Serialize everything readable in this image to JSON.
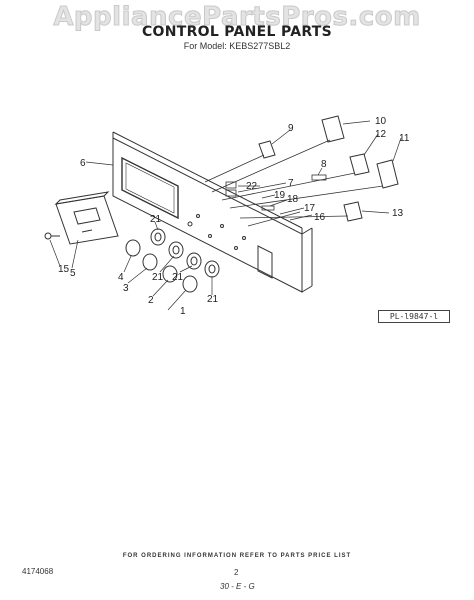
{
  "watermark": "AppliancePartsPros.com",
  "header": {
    "title": "CONTROL PANEL PARTS",
    "model_line": "For Model: KEBS277SBL2"
  },
  "callouts": [
    "1",
    "2",
    "3",
    "4",
    "5",
    "6",
    "7",
    "8",
    "9",
    "10",
    "11",
    "12",
    "13",
    "15",
    "16",
    "17",
    "18",
    "19",
    "21",
    "21",
    "21",
    "21",
    "22"
  ],
  "reference_code": "PL-l9847-l",
  "footer": {
    "ordering_info": "FOR ORDERING INFORMATION REFER TO PARTS PRICE LIST",
    "part_number": "4174068",
    "page_number": "2",
    "page_code": "30 - E - G"
  }
}
